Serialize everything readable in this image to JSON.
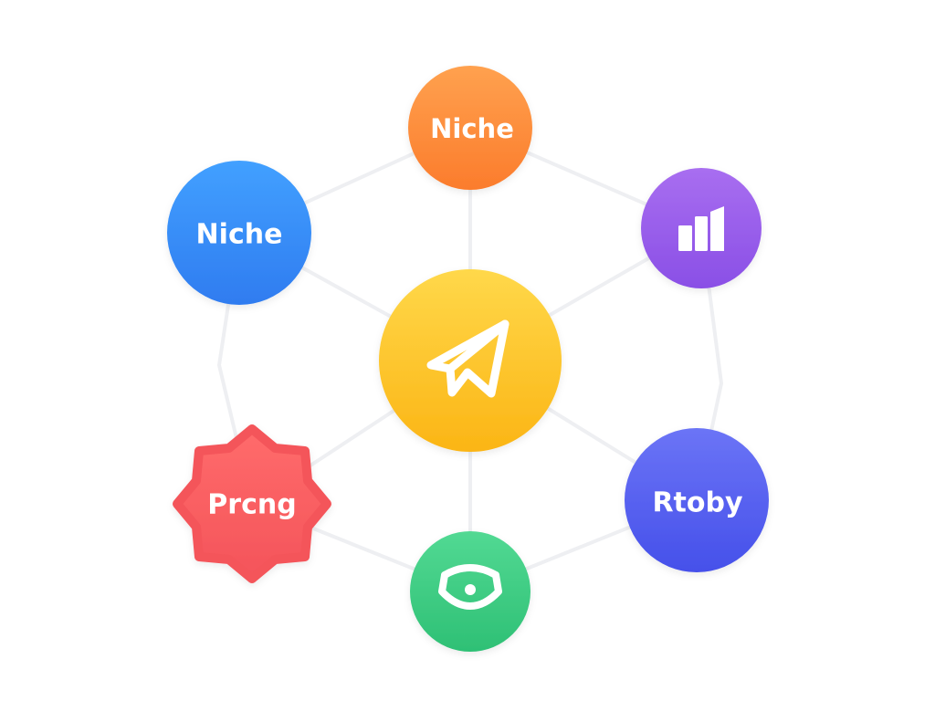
{
  "colors": {
    "link": "#eeeff2",
    "center": [
      "#ffd84a",
      "#fbb515"
    ],
    "top": [
      "#ffa14f",
      "#fb7c2c"
    ],
    "upper_left": [
      "#42a0ff",
      "#2f7cf0"
    ],
    "upper_right": [
      "#a86ef0",
      "#8a4fe6"
    ],
    "lower_left": [
      "#ff6b6b",
      "#f4545a"
    ],
    "lower_right": [
      "#6b74f6",
      "#4550ea"
    ],
    "bottom": [
      "#52d993",
      "#2ec075"
    ]
  },
  "nodes": {
    "center": {
      "icon": "paper-plane-icon"
    },
    "top": {
      "label": "Niche"
    },
    "upper_left": {
      "label": "Niche"
    },
    "upper_right": {
      "icon": "bar-chart-icon"
    },
    "lower_left": {
      "label": "Prcng",
      "shape": "badge"
    },
    "lower_right": {
      "label": "Rtoby"
    },
    "bottom": {
      "icon": "router-icon"
    }
  }
}
